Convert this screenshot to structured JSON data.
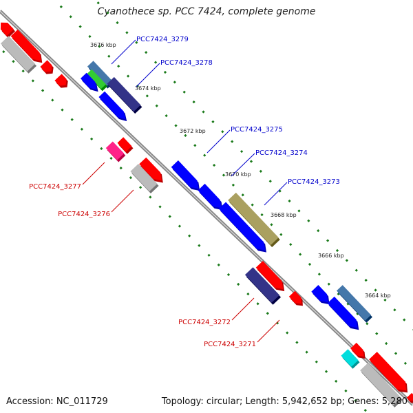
{
  "title": "Cyanothece sp. PCC 7424, complete genome",
  "footer": {
    "accession": "Accession: NC_011729",
    "summary": "Topology: circular; Length: 5,942,652 bp; Genes: 5,280"
  },
  "colors": {
    "backbone": "#888888",
    "tick": "#1a7a1a",
    "plus_label": "#0000cc",
    "minus_label": "#cc0000",
    "red": "#ff0000",
    "blue": "#0000ff",
    "dark_blue": "#333388",
    "steel_blue": "#4477aa",
    "green": "#33cc33",
    "olive": "#aaa060",
    "gray": "#bbbbbb",
    "pink": "#ff2288",
    "cyan": "#00dddd"
  },
  "kbp_marks": [
    "3676 kbp",
    "3674 kbp",
    "3672 kbp",
    "3670 kbp",
    "3668 kbp",
    "3666 kbp",
    "3664 kbp"
  ],
  "gene_labels": [
    {
      "id": "PCC7424_3279",
      "strand": "plus"
    },
    {
      "id": "PCC7424_3278",
      "strand": "plus"
    },
    {
      "id": "PCC7424_3275",
      "strand": "plus"
    },
    {
      "id": "PCC7424_3274",
      "strand": "plus"
    },
    {
      "id": "PCC7424_3273",
      "strand": "plus"
    },
    {
      "id": "PCC7424_3277",
      "strand": "minus"
    },
    {
      "id": "PCC7424_3276",
      "strand": "minus"
    },
    {
      "id": "PCC7424_3272",
      "strand": "minus"
    },
    {
      "id": "PCC7424_3271",
      "strand": "minus"
    }
  ]
}
